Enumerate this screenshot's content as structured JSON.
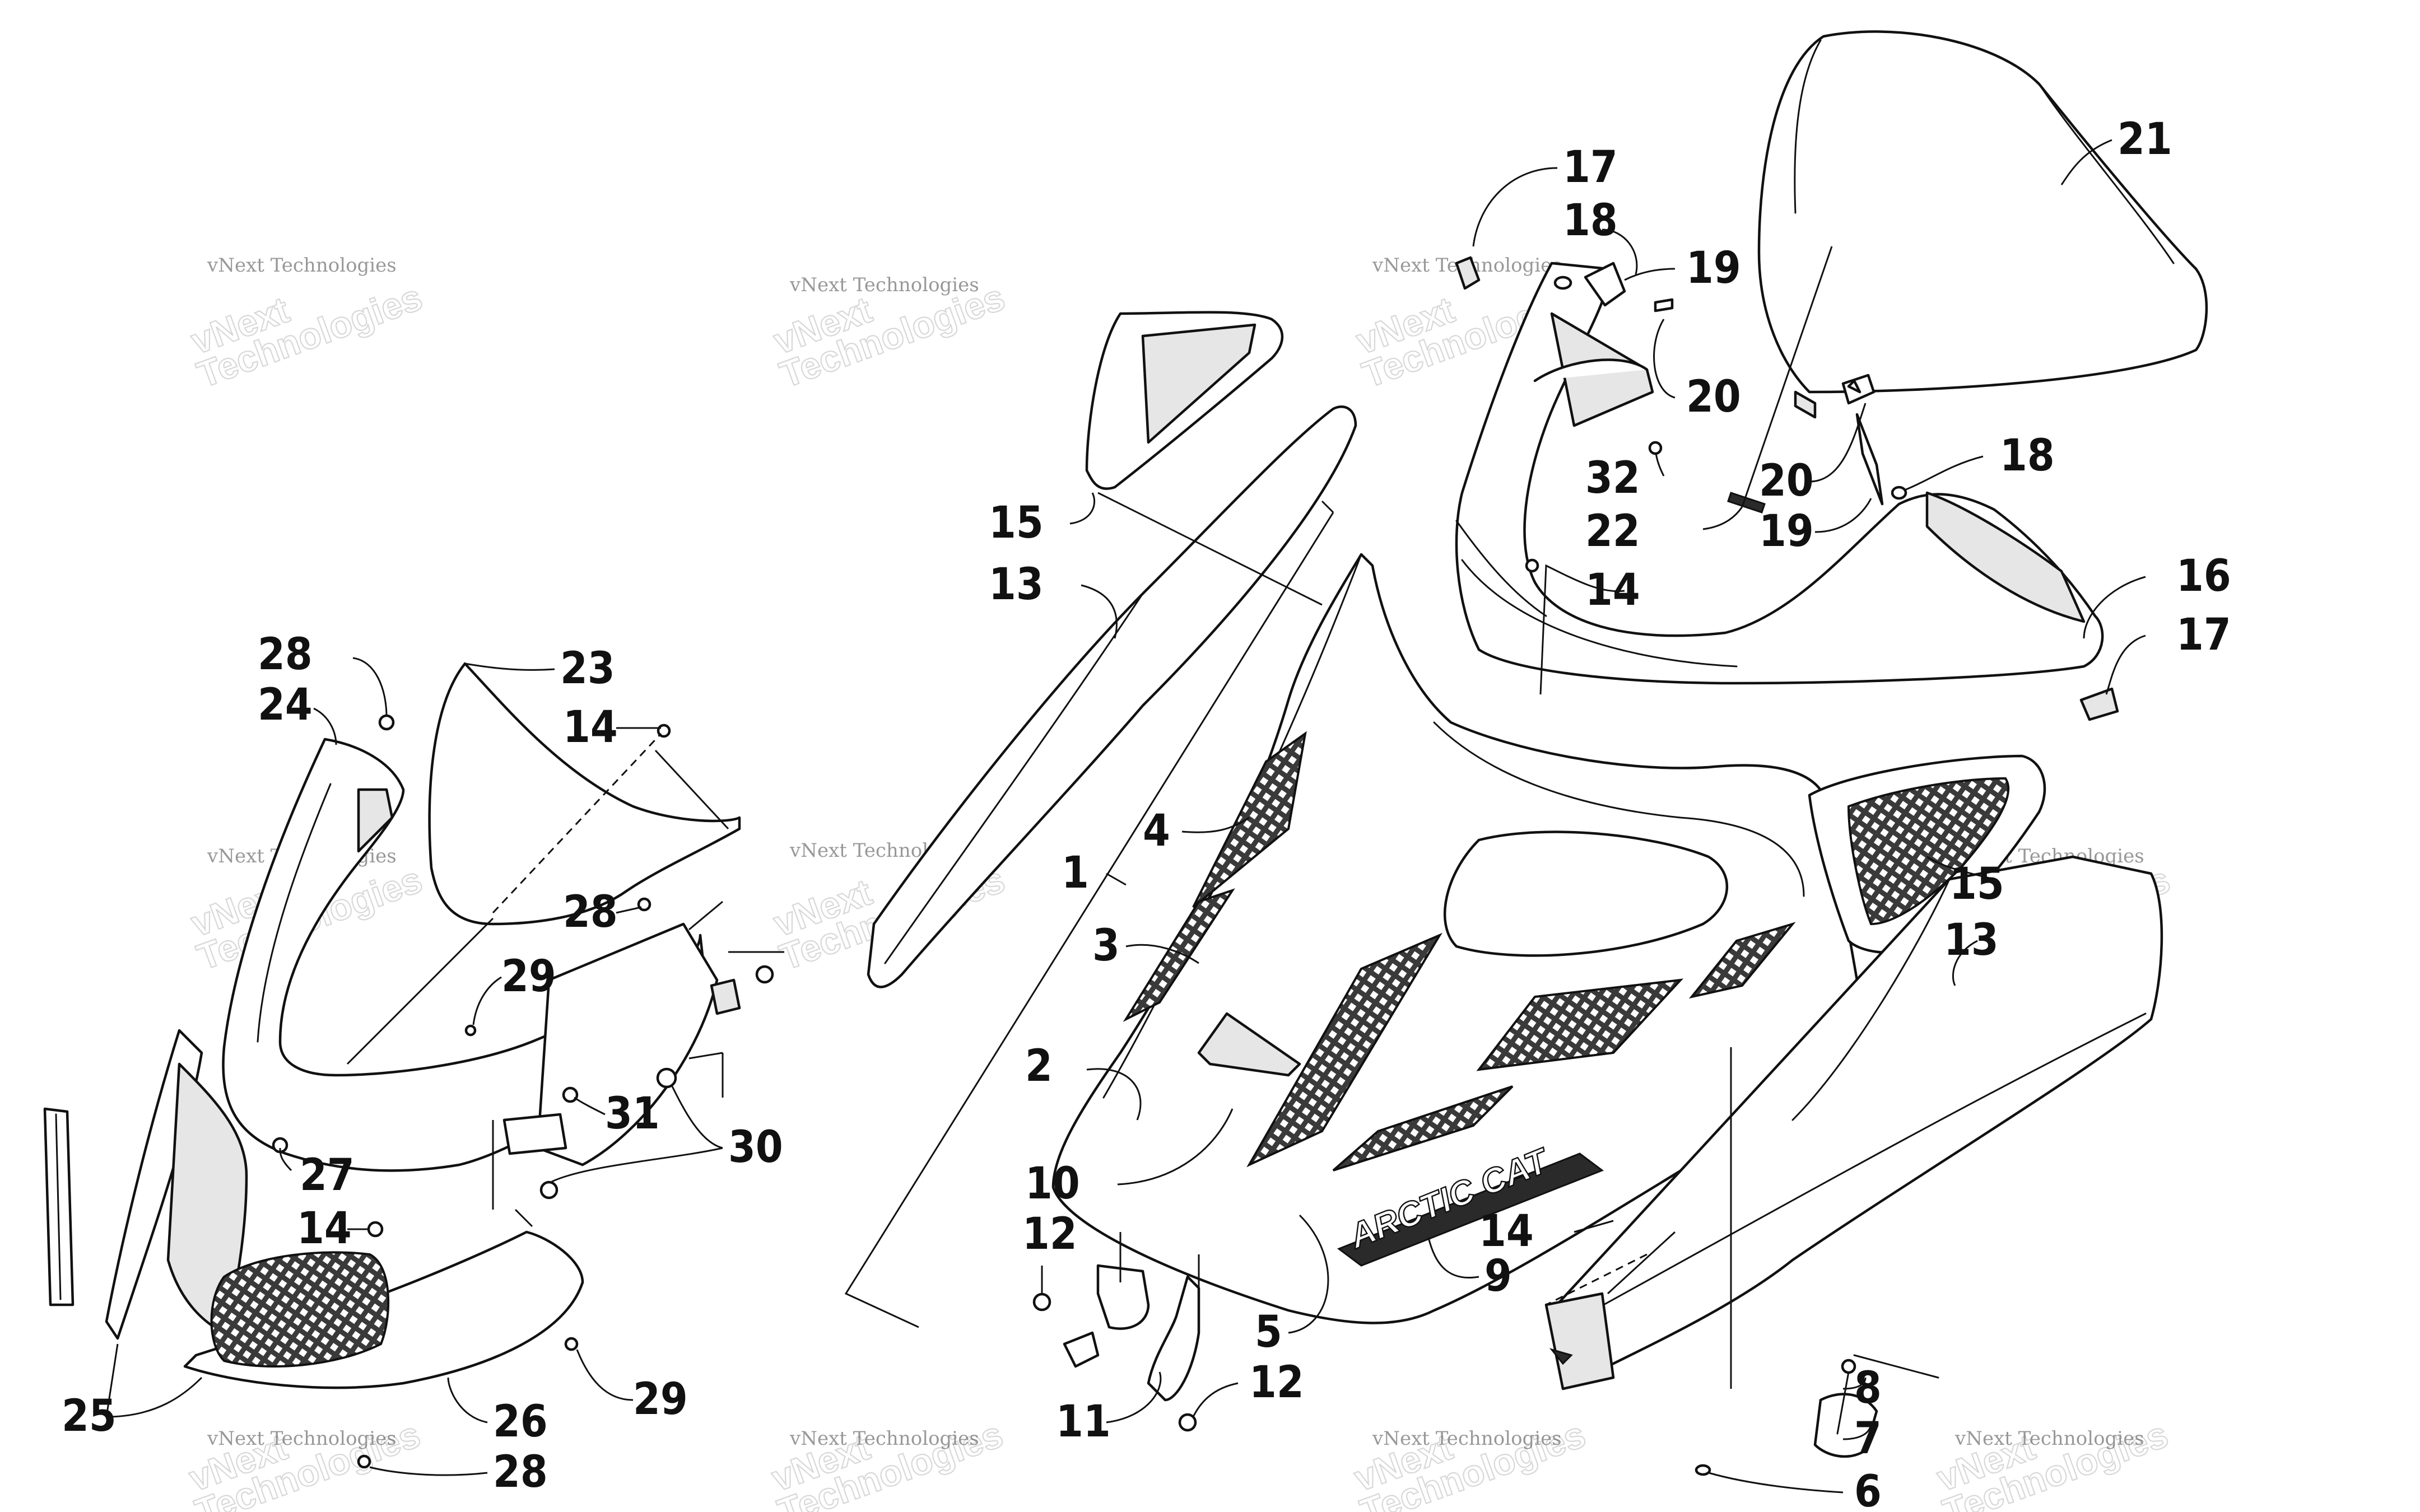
{
  "diagram": {
    "brand_text": "ARCTIC CAT",
    "watermark": {
      "small": "vNext Technologies",
      "big_line1": "vNext",
      "big_line2": "Technologies"
    },
    "callouts": {
      "c1": "1",
      "c2": "2",
      "c3": "3",
      "c4": "4",
      "c5": "5",
      "c6": "6",
      "c7": "7",
      "c8": "8",
      "c9": "9",
      "c10": "10",
      "c11": "11",
      "c12a": "12",
      "c12b": "12",
      "c13a": "13",
      "c13b": "13",
      "c14a": "14",
      "c14b": "14",
      "c14c": "14",
      "c14d": "14",
      "c15a": "15",
      "c15b": "15",
      "c16": "16",
      "c17a": "17",
      "c17b": "17",
      "c18a": "18",
      "c18b": "18",
      "c19a": "19",
      "c19b": "19",
      "c20a": "20",
      "c20b": "20",
      "c21": "21",
      "c22": "22",
      "c23": "23",
      "c24": "24",
      "c25": "25",
      "c26": "26",
      "c27": "27",
      "c28a": "28",
      "c28b": "28",
      "c28c": "28",
      "c29a": "29",
      "c29b": "29",
      "c30": "30",
      "c31": "31",
      "c32": "32"
    }
  }
}
